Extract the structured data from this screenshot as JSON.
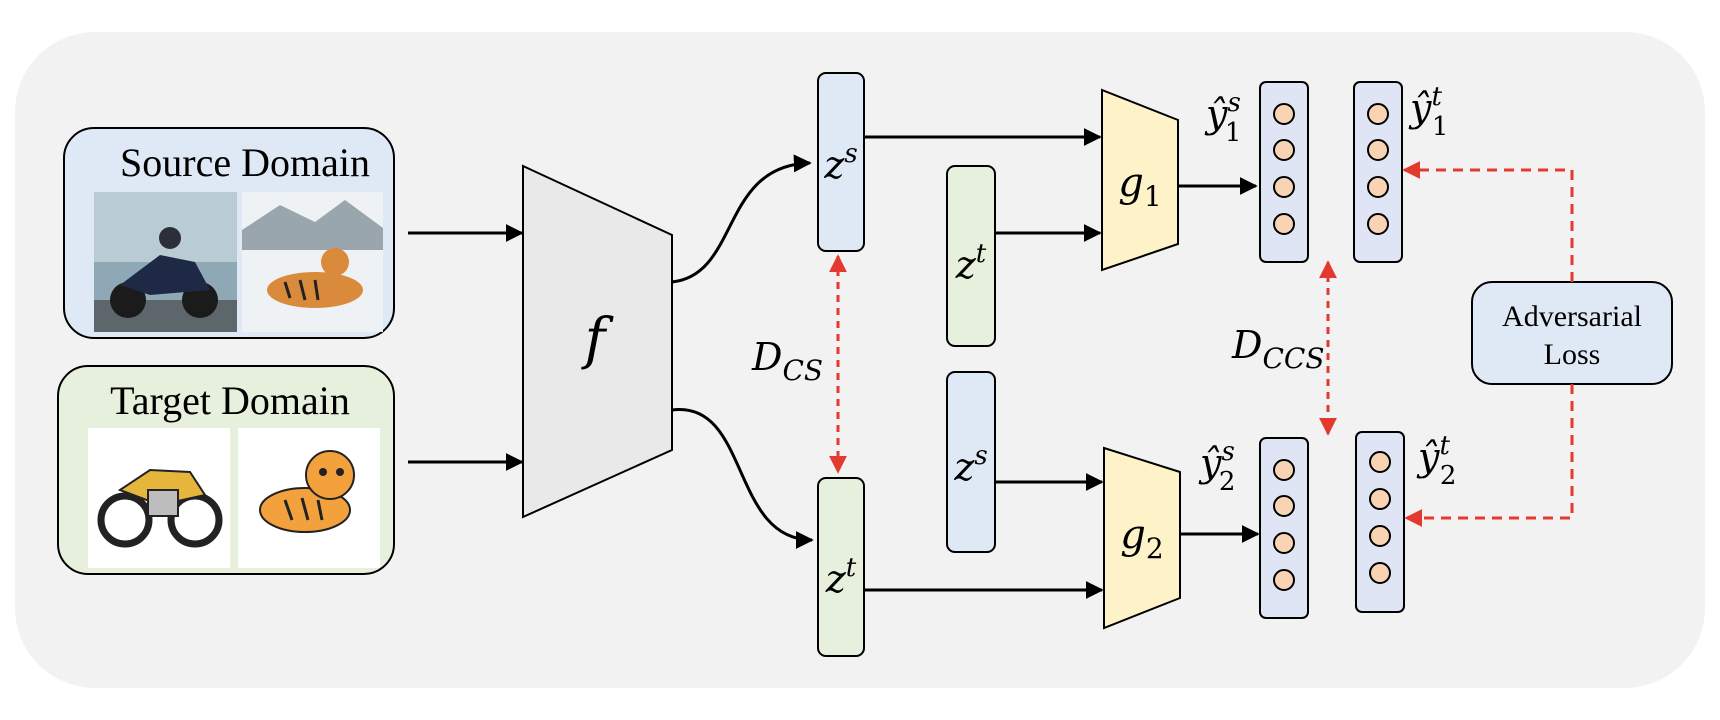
{
  "source_domain": {
    "title": "Source Domain",
    "images": [
      "motorcycle-photo-icon",
      "tiger-photo-icon"
    ]
  },
  "target_domain": {
    "title": "Target Domain",
    "images": [
      "motorcycle-cartoon-icon",
      "tiger-cartoon-icon"
    ]
  },
  "feature_extractor": {
    "label": "f"
  },
  "features": {
    "zs_main": {
      "base": "z",
      "sup": "s"
    },
    "zt_main": {
      "base": "z",
      "sup": "t"
    },
    "zt_mid": {
      "base": "z",
      "sup": "t"
    },
    "zs_mid": {
      "base": "z",
      "sup": "s"
    }
  },
  "classifiers": {
    "g1": {
      "base": "g",
      "sub": "1"
    },
    "g2": {
      "base": "g",
      "sub": "2"
    }
  },
  "outputs": {
    "y1s": {
      "base": "ŷ",
      "sub": "1",
      "sup": "s"
    },
    "y1t": {
      "base": "ŷ",
      "sub": "1",
      "sup": "t"
    },
    "y2s": {
      "base": "ŷ",
      "sub": "2",
      "sup": "s"
    },
    "y2t": {
      "base": "ŷ",
      "sub": "2",
      "sup": "t"
    }
  },
  "distances": {
    "dcs": {
      "base": "D",
      "sub": "CS"
    },
    "dccs": {
      "base": "D",
      "sub": "CCS"
    }
  },
  "adversarial_loss": {
    "line1": "Adversarial",
    "line2": "Loss"
  },
  "colors": {
    "background_panel": "#f2f2f2",
    "source_box": "#dfe9f5",
    "target_box": "#e6f0dc",
    "feature_blue": "#dfe9f5",
    "feature_green": "#e6f0dc",
    "classifier": "#fdf2c8",
    "output_bar": "#dfe5f4",
    "node": "#f8d3b4",
    "dashed_red": "#e23a2e",
    "arrow": "#000000"
  }
}
